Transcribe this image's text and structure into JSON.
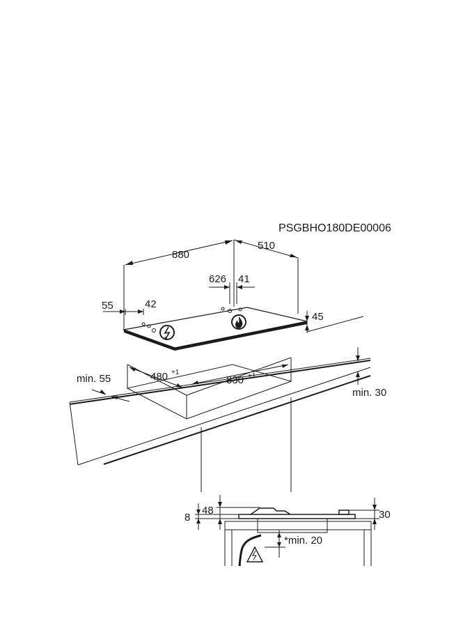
{
  "diagram_code": "PSGBHO180DE00006",
  "dimensions": {
    "width_880": "880",
    "depth_510": "510",
    "d_626": "626",
    "d_41": "41",
    "d_55": "55",
    "d_42": "42",
    "height_45": "45",
    "cutout_480": "480",
    "cutout_480_tol": "+1",
    "cutout_830": "830",
    "cutout_830_tol": "+1",
    "min_55": "min. 55",
    "min_30": "min. 30",
    "side_8": "8",
    "side_48": "48",
    "side_30": "30",
    "min_20": "*min. 20"
  },
  "icons": [
    "electric-hazard-icon",
    "gas-flame-icon"
  ]
}
